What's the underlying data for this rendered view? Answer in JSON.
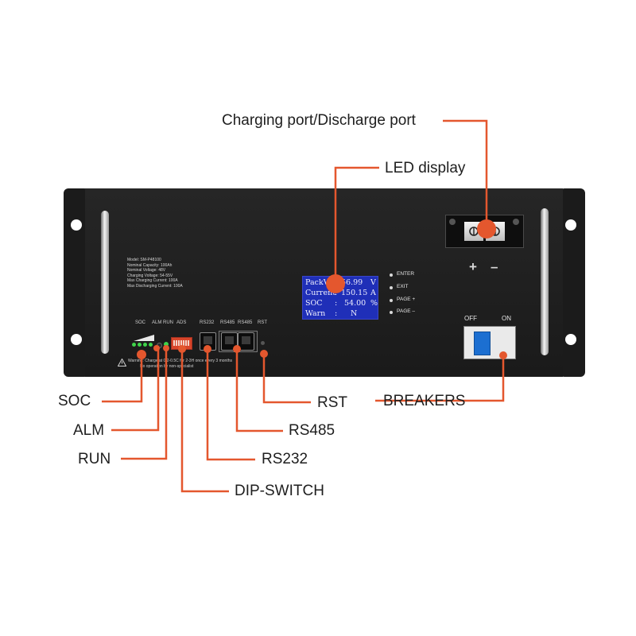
{
  "callouts": {
    "charging_port": "Charging port/Discharge port",
    "led_display": "LED display",
    "soc": "SOC",
    "alm": "ALM",
    "run": "RUN",
    "dip_switch": "DIP-SWITCH",
    "rs232": "RS232",
    "rs485": "RS485",
    "rst": "RST",
    "breakers": "BREAKERS"
  },
  "spec_label": {
    "lines": "Model: SM-P48100\nNominal Capacity: 100Ah\nNominal Voltage: 48V\nCharging Voltage: 54-55V\nMax Charging Current: 100A\nMax Discharging Current: 100A"
  },
  "panel_labels": {
    "soc": "SOC",
    "alm_run": "ALM RUN",
    "ads": "ADS",
    "rs232": "RS232",
    "rs485_a": "RS485",
    "rs485_b": "RS485",
    "rst": "RST",
    "warning_1": "Warning: Charge at 0.2-0.5C for 2-3H once every 3 months",
    "warning_2": "No operation by non-specialist"
  },
  "lcd": {
    "rows": [
      {
        "name": "PackV",
        "sep": "",
        "value": "56.99",
        "unit": "V"
      },
      {
        "name": "Current",
        "sep": ":",
        "value": "150.15",
        "unit": "A"
      },
      {
        "name": "SOC",
        "sep": ":",
        "value": "54.00",
        "unit": "%"
      },
      {
        "name": "Warn",
        "sep": ":",
        "value": "N",
        "unit": ""
      }
    ]
  },
  "menu": {
    "enter": "ENTER",
    "exit": "EXIT",
    "page_up": "PAGE +",
    "page_down": "PAGE –"
  },
  "terminal": {
    "plus": "+",
    "minus": "–"
  },
  "breaker": {
    "off": "OFF",
    "on": "ON"
  },
  "colors": {
    "accent": "#e4572e",
    "panel": "#1f1f1f",
    "lcd": "#1f2fb8",
    "breaker_toggle": "#1c6fd1",
    "led": "#3fd34a"
  }
}
